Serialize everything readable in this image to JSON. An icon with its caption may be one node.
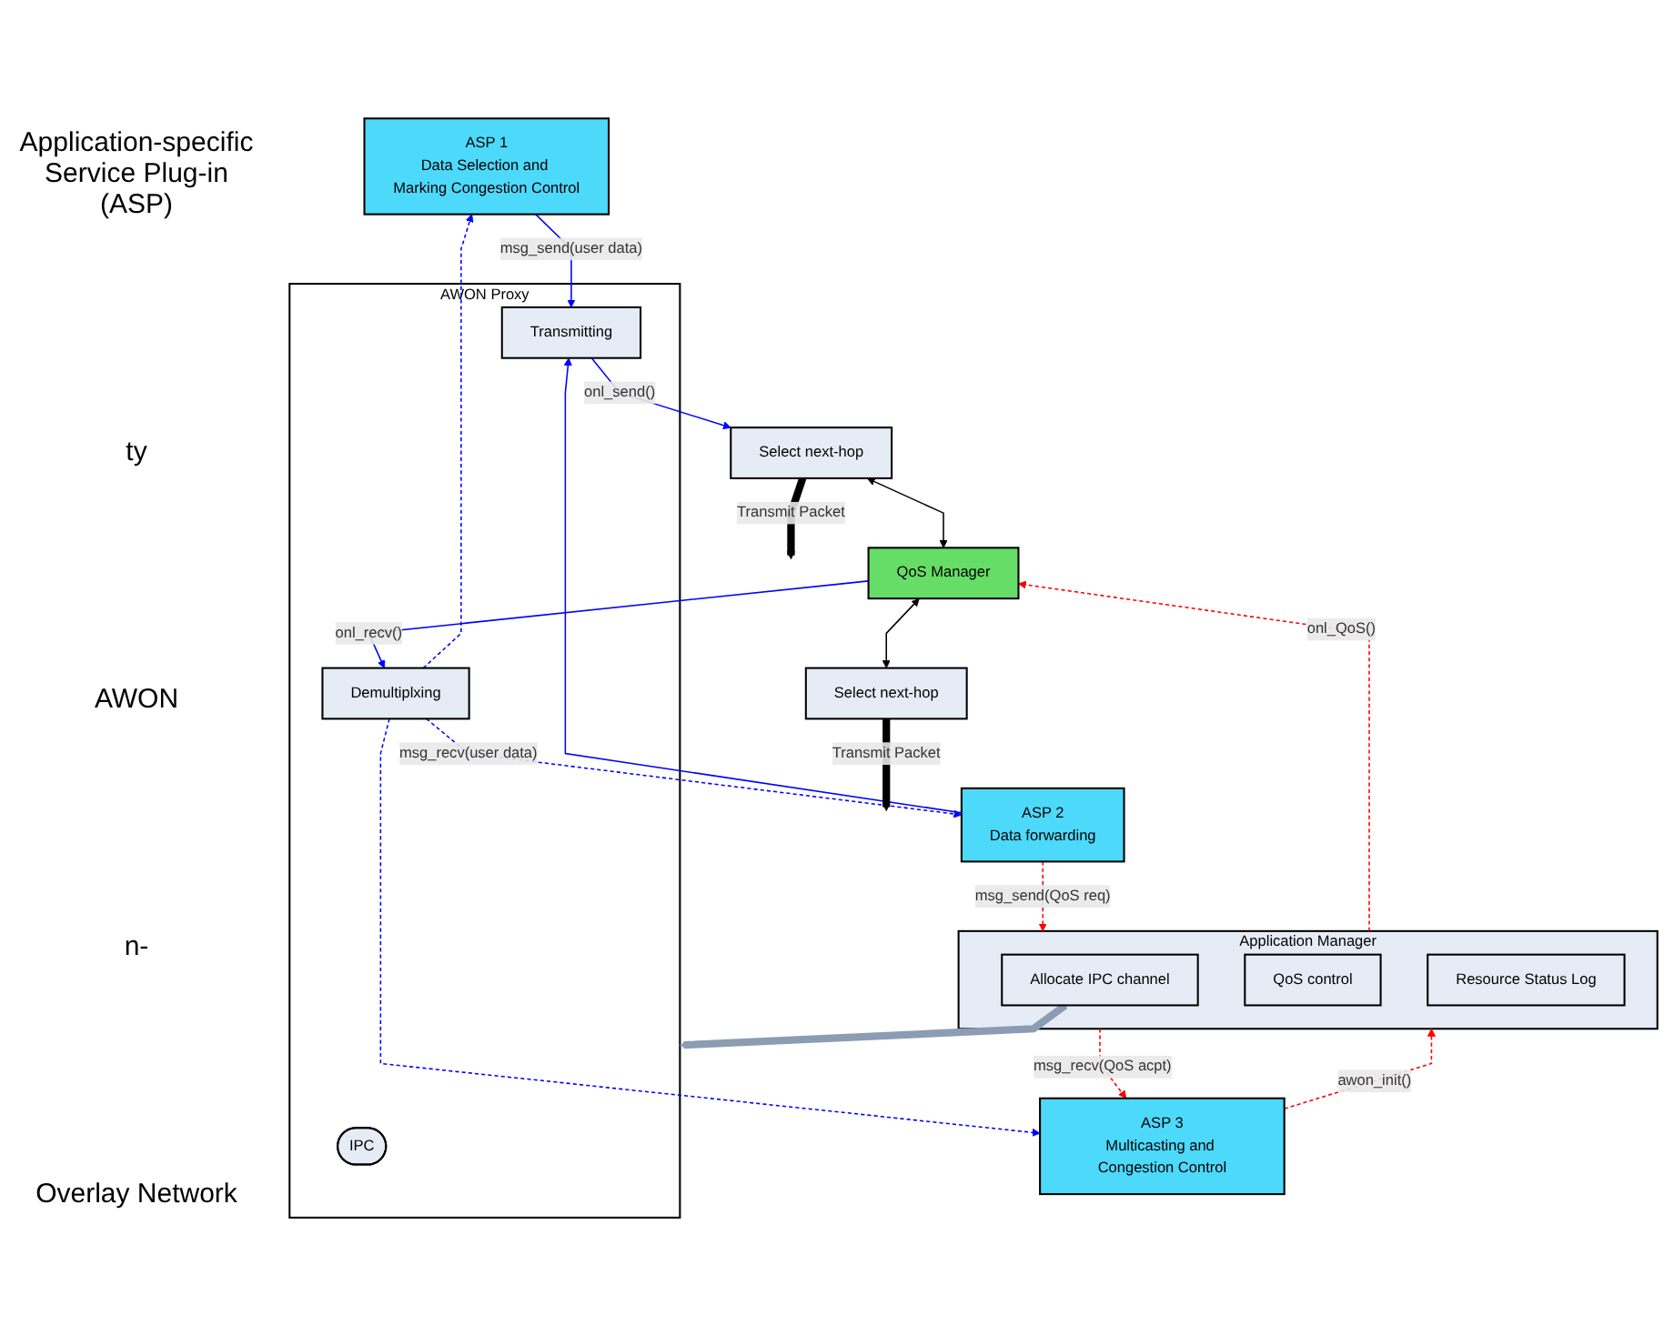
{
  "diagram": {
    "nodes": [
      {
        "text": [
          "ASP 1",
          "Data Selection and Marking Congestion Control"
        ]
      },
      {
        "text": [
          "ASP 2",
          "Data forwarding"
        ]
      },
      {
        "text": [
          "ASP 3",
          "Multicasting and Congestion Control"
        ]
      },
      {
        "text": [
          "AWON Proxy"
        ]
      },
      {
        "text": [
          "IPC"
        ],
        "in": 3
      },
      {
        "text": [
          "Transmitting"
        ],
        "in": 3
      },
      {
        "text": [
          "Demultiplxing"
        ],
        "in": 3
      },
      {
        "text": [
          "Application Manager"
        ]
      },
      {
        "text": [
          "Allocate IPC channel"
        ],
        "in": 7
      },
      {
        "text": [
          "QoS control"
        ],
        "in": 7
      },
      {
        "text": [
          "Resource Status Log"
        ],
        "in": 7
      },
      {
        "text": [
          "Select next-hop"
        ]
      },
      {
        "text": [
          "QoS Manager"
        ]
      },
      {
        "text": [
          "Select next-hop"
        ]
      }
    ],
    "edges": [
      {
        "from": 0,
        "to": 5,
        "arrow": "to",
        "label": "msg_send(user data)"
      },
      {
        "from": 6,
        "to": 0,
        "arrow": "to",
        "style": "dashed"
      },
      {
        "from": 1,
        "to": 5,
        "arrow": "to"
      },
      {
        "from": 6,
        "to": 1,
        "arrow": "to",
        "style": "dashed",
        "label": "msg_recv(user data)"
      },
      {
        "from": 6,
        "to": 2,
        "arrow": "to",
        "style": "dashed"
      },
      {
        "from": 1,
        "to": 7,
        "arrow": "to",
        "style": "dashed",
        "color": "#ff0000",
        "label": "msg_send(QoS req)"
      },
      {
        "from": 7,
        "to": 2,
        "arrow": "to",
        "style": "dashed",
        "color": "#ff0000",
        "label": "msg_recv(QoS acpt)"
      },
      {
        "from": 2,
        "to": 7,
        "arrow": "to",
        "style": "dashed",
        "color": "#ff0000",
        "label": "awon_init()"
      },
      {
        "from": 8,
        "to": 3,
        "arrow": "to",
        "style": "thick",
        "color": "#8c9cb4"
      },
      {
        "from": 5,
        "to": 11,
        "arrow": "to",
        "label": "onl_send()"
      },
      {
        "from": 12,
        "to": 6,
        "arrow": "to",
        "label": "onl_recv()"
      },
      {
        "from": 7,
        "to": 12,
        "arrow": "to",
        "style": "dashed",
        "color": "#ff0000",
        "label": "onl_QoS()"
      },
      {
        "from": 11,
        "to": 12,
        "arrow": "both",
        "color": "#000000"
      },
      {
        "from": 12,
        "to": 13,
        "arrow": "both",
        "color": "#000000"
      },
      {
        "from": 11,
        "to": null,
        "arrow": "to",
        "style": "thick",
        "color": "#000000",
        "label": "Transmit Packet"
      },
      {
        "from": 13,
        "to": null,
        "arrow": "to",
        "style": "thick",
        "color": "#000000",
        "label": "Transmit Packet"
      }
    ],
    "labels": [
      "Application-specific Service Plug-in (ASP)",
      "ty",
      "AWON",
      "n-",
      "Overlay Network"
    ]
  }
}
